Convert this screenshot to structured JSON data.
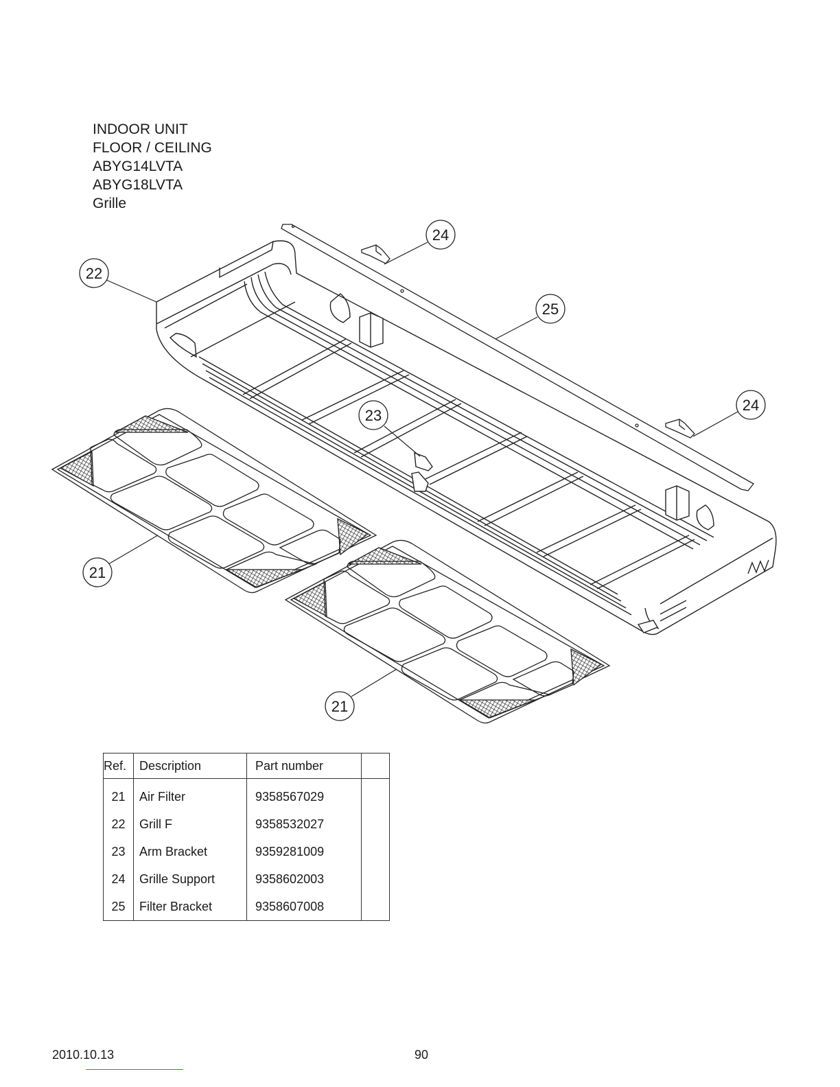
{
  "header": {
    "lines": [
      "INDOOR UNIT",
      "FLOOR / CEILING",
      "ABYG14LVTA",
      "ABYG18LVTA",
      "Grille"
    ]
  },
  "callouts": {
    "c24a": "24",
    "c22": "22",
    "c25": "25",
    "c24b": "24",
    "c23": "23",
    "c21a": "21",
    "c21b": "21"
  },
  "parts_table": {
    "headers": {
      "ref": "Ref.",
      "description": "Description",
      "part_number": "Part number"
    },
    "rows": [
      {
        "ref": "21",
        "description": "Air Filter",
        "part_number": "9358567029"
      },
      {
        "ref": "22",
        "description": "Grill F",
        "part_number": "9358532027"
      },
      {
        "ref": "23",
        "description": "Arm Bracket",
        "part_number": "9359281009"
      },
      {
        "ref": "24",
        "description": "Grille Support",
        "part_number": "9358602003"
      },
      {
        "ref": "25",
        "description": "Filter Bracket",
        "part_number": "9358607008"
      }
    ]
  },
  "footer": {
    "date": "2010.10.13",
    "page": "90"
  }
}
